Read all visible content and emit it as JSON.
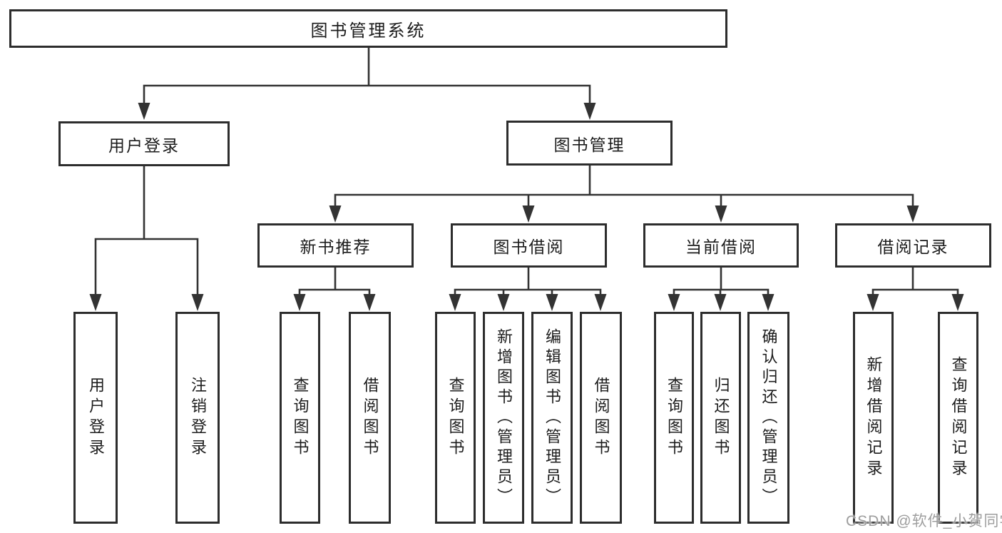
{
  "diagram_title": "图书管理系统",
  "nodes": {
    "root": {
      "label": "图书管理系统"
    },
    "user_login": {
      "label": "用户登录"
    },
    "book_mgmt": {
      "label": "图书管理"
    },
    "new_book": {
      "label": "新书推荐"
    },
    "book_borrow": {
      "label": "图书借阅"
    },
    "current_borrow": {
      "label": "当前借阅"
    },
    "borrow_record": {
      "label": "借阅记录"
    }
  },
  "leaves": {
    "user_login": [
      "用户登录",
      "注销登录"
    ],
    "new_book": [
      "查询图书",
      "借阅图书"
    ],
    "book_borrow": [
      "查询图书",
      "新增图书（管理员）",
      "编辑图书（管理员）",
      "借阅图书"
    ],
    "current_borrow": [
      "查询图书",
      "归还图书",
      "确认归还（管理员）"
    ],
    "borrow_record": [
      "新增借阅记录",
      "查询借阅记录"
    ]
  },
  "watermark": {
    "text": "CSDN @软件_小贺同学"
  },
  "colors": {
    "line": "#333333",
    "border": "#2d2d2d",
    "text": "#1c1c1c",
    "background": "#ffffff",
    "watermark": "#9e9e9e"
  }
}
